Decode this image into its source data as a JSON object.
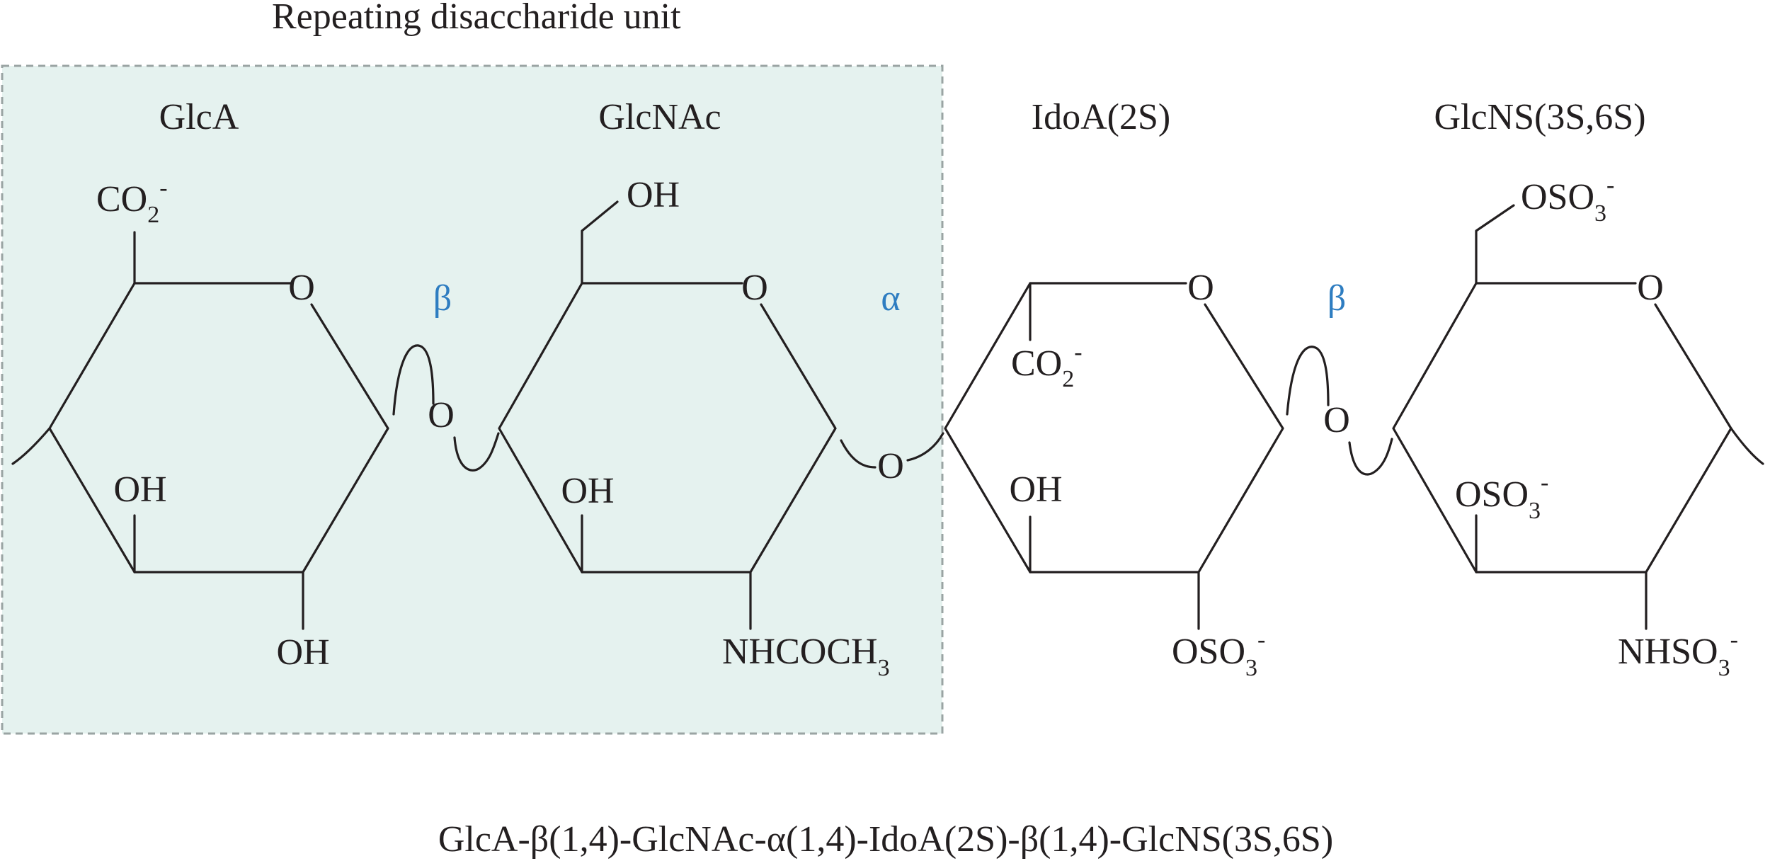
{
  "header": {
    "repeat_label": "Repeating disaccharide unit"
  },
  "units": [
    {
      "name": "GlcA",
      "substituents": {
        "top": "CO",
        "top_sub": "2",
        "top_sup": "-",
        "left": "OH",
        "bottom": "OH"
      }
    },
    {
      "name": "GlcNAc",
      "substituents": {
        "top": "OH",
        "left": "OH",
        "bottom": "NHCOCH",
        "bottom_sub": "3"
      }
    },
    {
      "name": "IdoA(2S)",
      "substituents": {
        "inner": "CO",
        "inner_sub": "2",
        "inner_sup": "-",
        "left": "OH",
        "bottom": "OSO",
        "bottom_sub": "3",
        "bottom_sup": "-"
      }
    },
    {
      "name": "GlcNS(3S,6S)",
      "substituents": {
        "top": "OSO",
        "top_sub": "3",
        "top_sup": "-",
        "left": "OSO",
        "left_sub": "3",
        "left_sup": "-",
        "bottom": "NHSO",
        "bottom_sub": "3",
        "bottom_sup": "-"
      }
    }
  ],
  "ring_oxygen": "O",
  "linkages": [
    {
      "anomer": "β",
      "oxygen": "O"
    },
    {
      "anomer": "α",
      "oxygen": "O"
    },
    {
      "anomer": "β",
      "oxygen": "O"
    }
  ],
  "sequence": "GlcA-β(1,4)-GlcNAc-α(1,4)-IdoA(2S)-β(1,4)-GlcNS(3S,6S)",
  "colors": {
    "highlight_fill": "#e5f2ef",
    "highlight_border": "#9aa4a3",
    "linkage": "#2e7dc1",
    "ink": "#231f20"
  }
}
